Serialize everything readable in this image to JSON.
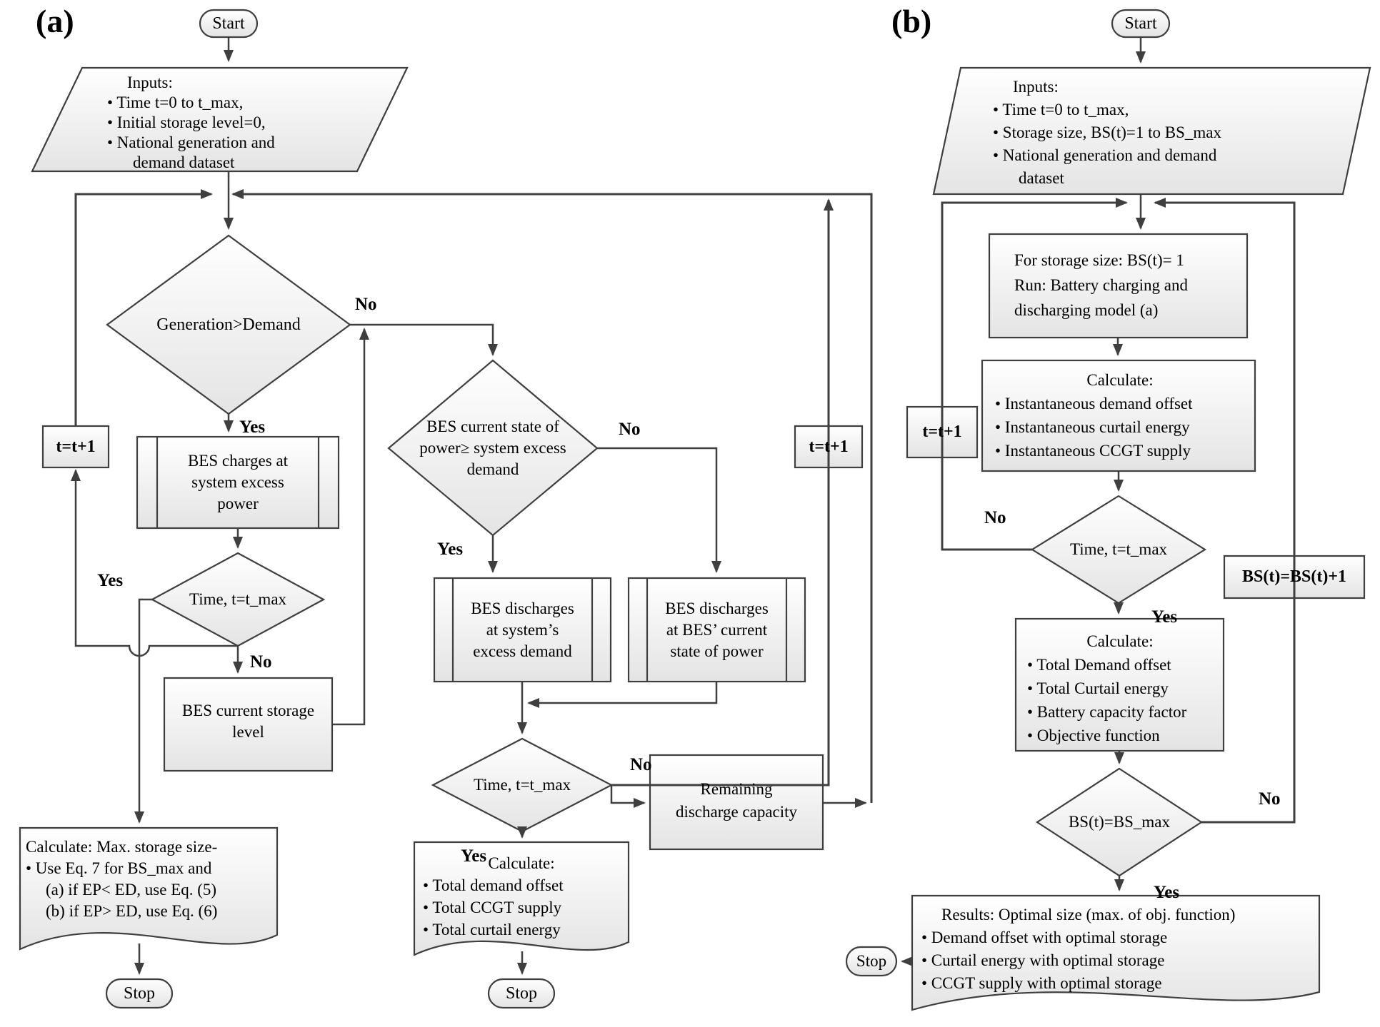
{
  "colors": {
    "line": "#3f3f3f",
    "shape_fill_top": "#ffffff",
    "shape_fill_bottom": "#e4e4e4",
    "text": "#000000",
    "background": "#ffffff"
  },
  "chart_a": {
    "label": "(a)",
    "start": "Start",
    "inputs": {
      "l1": "Inputs:",
      "l2": "• Time t=0 to t_max,",
      "l3": "• Initial storage level=0,",
      "l4": "• National generation and",
      "l5": "demand dataset"
    },
    "gen_demand": "Generation>Demand",
    "yes1": "Yes",
    "no1": "No",
    "bes_charges": {
      "l1": "BES charges at",
      "l2": "system excess",
      "l3": "power"
    },
    "time1": "Time, t=t_max",
    "yes2": "Yes",
    "no2": "No",
    "t_plus_left": "t=t+1",
    "bes_level": {
      "l1": "BES current storage",
      "l2": "level"
    },
    "calc_doc": {
      "l1": "Calculate: Max. storage size-",
      "l2": "• Use Eq. 7 for BS_max and",
      "l3": "(a) if EP< ED, use Eq. (5)",
      "l4": "(b) if EP> ED, use Eq. (6)"
    },
    "stop_left": "Stop",
    "bes_state": {
      "l1": "BES current state of",
      "l2": "power≥ system excess",
      "l3": "demand"
    },
    "yes3": "Yes",
    "no3": "No",
    "dis_sys": {
      "l1": "BES discharges",
      "l2": "at system’s",
      "l3": "excess demand"
    },
    "dis_cur": {
      "l1": "BES discharges",
      "l2": "at BES’ current",
      "l3": "state of power"
    },
    "time2": "Time, t=t_max",
    "yes4": "Yes",
    "no4": "No",
    "t_plus_right": "t=t+1",
    "remaining": {
      "l1": "Remaining",
      "l2": "discharge capacity"
    },
    "calc_mid": {
      "l1": "Calculate:",
      "l2": "• Total demand offset",
      "l3": "• Total CCGT supply",
      "l4": "• Total curtail energy"
    },
    "stop_mid": "Stop"
  },
  "chart_b": {
    "label": "(b)",
    "start": "Start",
    "inputs": {
      "l1": "Inputs:",
      "l2": "• Time t=0 to t_max,",
      "l3": "• Storage size, BS(t)=1 to BS_max",
      "l4": "• National generation and demand",
      "l5": "dataset"
    },
    "for_storage": {
      "l1": "For storage size: BS(t)= 1",
      "l2": "Run: Battery charging and",
      "l3": "discharging model (a)"
    },
    "t_plus": "t=t+1",
    "calc_inst": {
      "l1": "Calculate:",
      "l2": "• Instantaneous demand offset",
      "l3": "• Instantaneous curtail energy",
      "l4": "• Instantaneous CCGT supply"
    },
    "time": "Time, t=t_max",
    "no1": "No",
    "yes1": "Yes",
    "bs_inc": "BS(t)=BS(t)+1",
    "calc_total": {
      "l1": "Calculate:",
      "l2": "• Total Demand offset",
      "l3": "• Total Curtail energy",
      "l4": "• Battery capacity factor",
      "l5": "• Objective function"
    },
    "bs_max": "BS(t)=BS_max",
    "no2": "No",
    "yes2": "Yes",
    "results": {
      "l1": "Results: Optimal size (max. of obj. function)",
      "l2": "• Demand offset with optimal storage",
      "l3": "• Curtail energy with optimal storage",
      "l4": "• CCGT supply with optimal storage"
    },
    "stop": "Stop"
  }
}
